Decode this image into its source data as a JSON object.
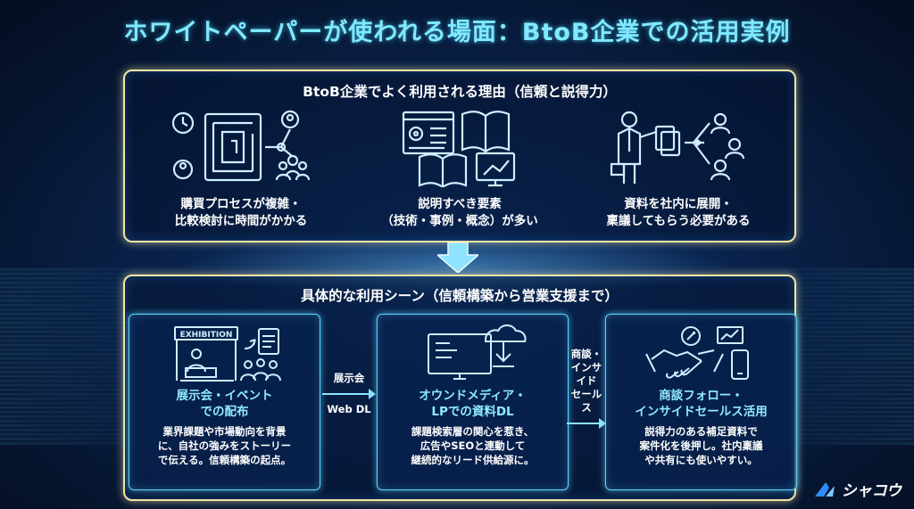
{
  "title": "ホワイトペーパーが使われる場面：BtoB企業での活用実例",
  "reasons_panel": {
    "heading": "BtoB企業でよく利用される理由（信頼と説得力）",
    "items": [
      {
        "line1": "購買プロセスが複雑・",
        "line2": "比較検討に時間がかかる",
        "icon": "maze-decision-icon"
      },
      {
        "line1": "説明すべき要素",
        "line2": "（技術・事例・概念）が多い",
        "icon": "documents-icon"
      },
      {
        "line1": "資料を社内に展開・",
        "line2": "稟議してもらう必要がある",
        "icon": "share-docs-icon"
      }
    ]
  },
  "scenes_panel": {
    "heading": "具体的な利用シーン（信頼構築から営業支援まで）",
    "cards": [
      {
        "title1": "展示会・イベント",
        "title2": "での配布",
        "desc1": "業界課題や市場動向を背景",
        "desc2": "に、自社の強みをストーリー",
        "desc3": "で伝える。信頼構築の起点。",
        "icon": "exhibition-booth-icon",
        "booth_label": "EXHIBITION"
      },
      {
        "title1": "オウンドメディア・",
        "title2": "LPでの資料DL",
        "desc1": "課題検索層の関心を惹き、",
        "desc2": "広告やSEOと連動して",
        "desc3": "継続的なリード供給源に。",
        "icon": "download-monitor-icon"
      },
      {
        "title1": "商談フォロー・",
        "title2": "インサイドセールス活用",
        "desc1": "説得力のある補足資料で",
        "desc2": "案件化を後押し。社内稟議",
        "desc3": "や共有にも使いやすい。",
        "icon": "handshake-icon"
      }
    ],
    "connector1": {
      "top": "展示会",
      "bottom": "Web DL"
    },
    "connector2": {
      "line1": "商談・",
      "line2": "インサイド",
      "line3": "セールス"
    }
  },
  "logo": {
    "text": "シャコウ"
  },
  "colors": {
    "accent": "#7fe9ff",
    "panel_border": "#f2e6a6",
    "card_border": "#5fd6ff"
  }
}
